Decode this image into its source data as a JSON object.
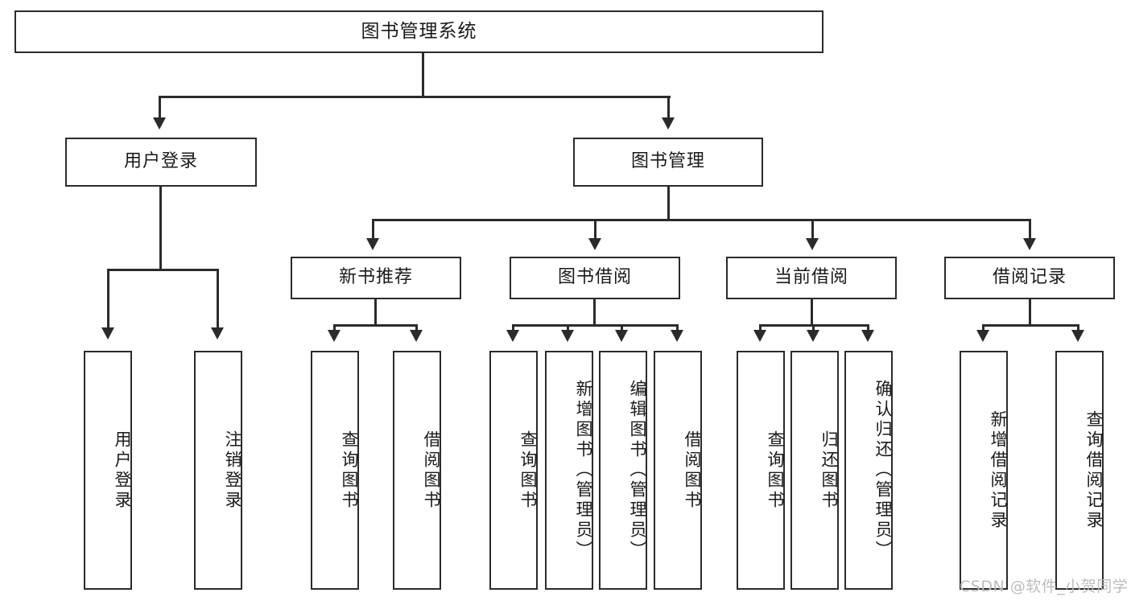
{
  "diagram": {
    "title": "图书管理系统",
    "watermark": "CSDN @软件_小贺同学",
    "colors": {
      "stroke": "#2b2b2b",
      "background": "#ffffff",
      "text": "#1a1a1a",
      "watermark": "#bdbdbd"
    },
    "root": {
      "label": "图书管理系统"
    },
    "level2": [
      {
        "label": "用户登录"
      },
      {
        "label": "图书管理"
      }
    ],
    "level3": [
      {
        "label": "新书推荐"
      },
      {
        "label": "图书借阅"
      },
      {
        "label": "当前借阅"
      },
      {
        "label": "借阅记录"
      }
    ],
    "leaves": {
      "user_login": [
        {
          "label": "用户登录"
        },
        {
          "label": "注销登录"
        }
      ],
      "new_book_recommend": [
        {
          "label": "查询图书"
        },
        {
          "label": "借阅图书"
        }
      ],
      "book_borrow": [
        {
          "label": "查询图书"
        },
        {
          "label": "新增图书（管理员）"
        },
        {
          "label": "编辑图书（管理员）"
        },
        {
          "label": "借阅图书"
        }
      ],
      "current_borrow": [
        {
          "label": "查询图书"
        },
        {
          "label": "归还图书"
        },
        {
          "label": "确认归还（管理员）"
        }
      ],
      "borrow_record": [
        {
          "label": "新增借阅记录"
        },
        {
          "label": "查询借阅记录"
        }
      ]
    }
  }
}
